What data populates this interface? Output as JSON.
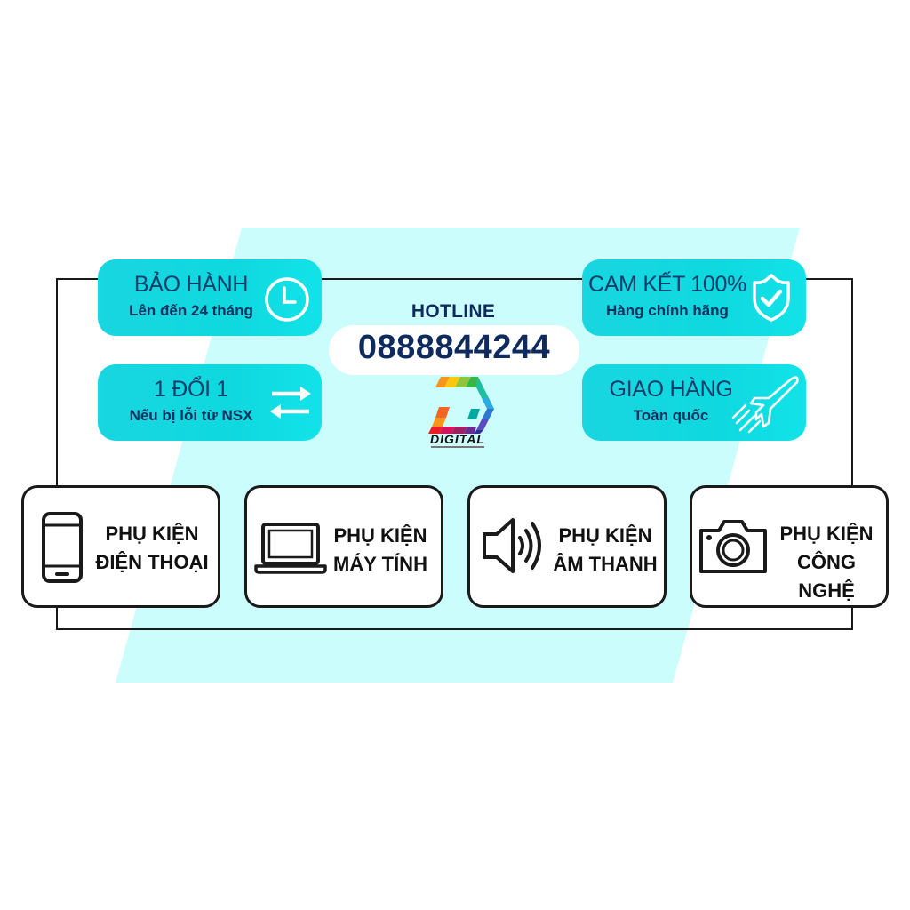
{
  "colors": {
    "band": "#ccfdfd",
    "pill": "#13d7e0",
    "pill_title": "#103d6b",
    "pill_subtitle": "#0f2f5e",
    "hotline": "#0f2a5c",
    "card_border": "#1a1a1a"
  },
  "features": [
    {
      "title": "BẢO HÀNH",
      "subtitle": "Lên đến 24 tháng",
      "icon": "clock-icon"
    },
    {
      "title": "CAM KẾT 100%",
      "subtitle": "Hàng chính hãng",
      "icon": "shield-check-icon"
    },
    {
      "title": "1 ĐỔI 1",
      "subtitle": "Nếu bị lỗi từ NSX",
      "icon": "exchange-arrows-icon"
    },
    {
      "title": "GIAO HÀNG",
      "subtitle": "Toàn quốc",
      "icon": "airplane-icon"
    }
  ],
  "hotline": {
    "label": "HOTLINE",
    "number": "0888844244"
  },
  "brand": {
    "name": "DIGITAL",
    "logo": "colorful-d-logo"
  },
  "categories": [
    {
      "line1": "PHỤ KIỆN",
      "line2": "ĐIỆN THOẠI",
      "icon": "smartphone-icon"
    },
    {
      "line1": "PHỤ KIỆN",
      "line2": "MÁY TÍNH",
      "icon": "laptop-icon"
    },
    {
      "line1": "PHỤ KIỆN",
      "line2": "ÂM THANH",
      "icon": "speaker-icon"
    },
    {
      "line1": "PHỤ KIỆN",
      "line2": "CÔNG NGHỆ",
      "icon": "camera-icon"
    }
  ]
}
